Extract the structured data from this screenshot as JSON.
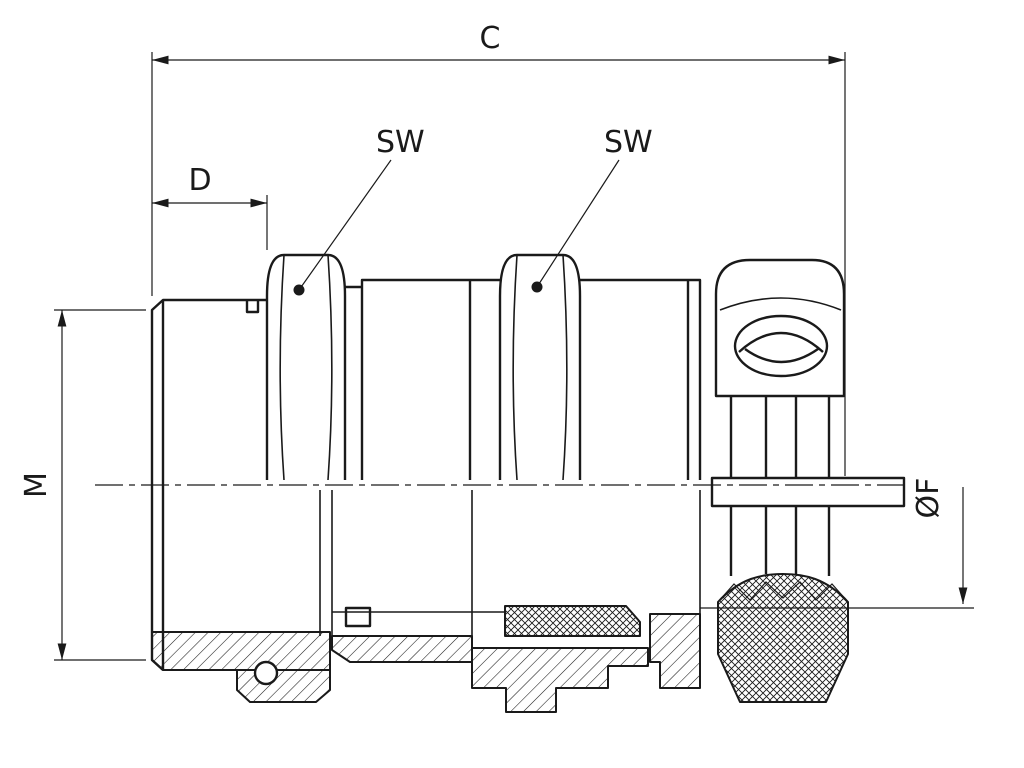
{
  "labels": {
    "dim_c": "C",
    "dim_d": "D",
    "dim_m": "M",
    "dim_f": "ØF",
    "sw_1": "SW",
    "sw_2": "SW"
  },
  "colors": {
    "line": "#1a1a1a",
    "background": "#ffffff"
  }
}
